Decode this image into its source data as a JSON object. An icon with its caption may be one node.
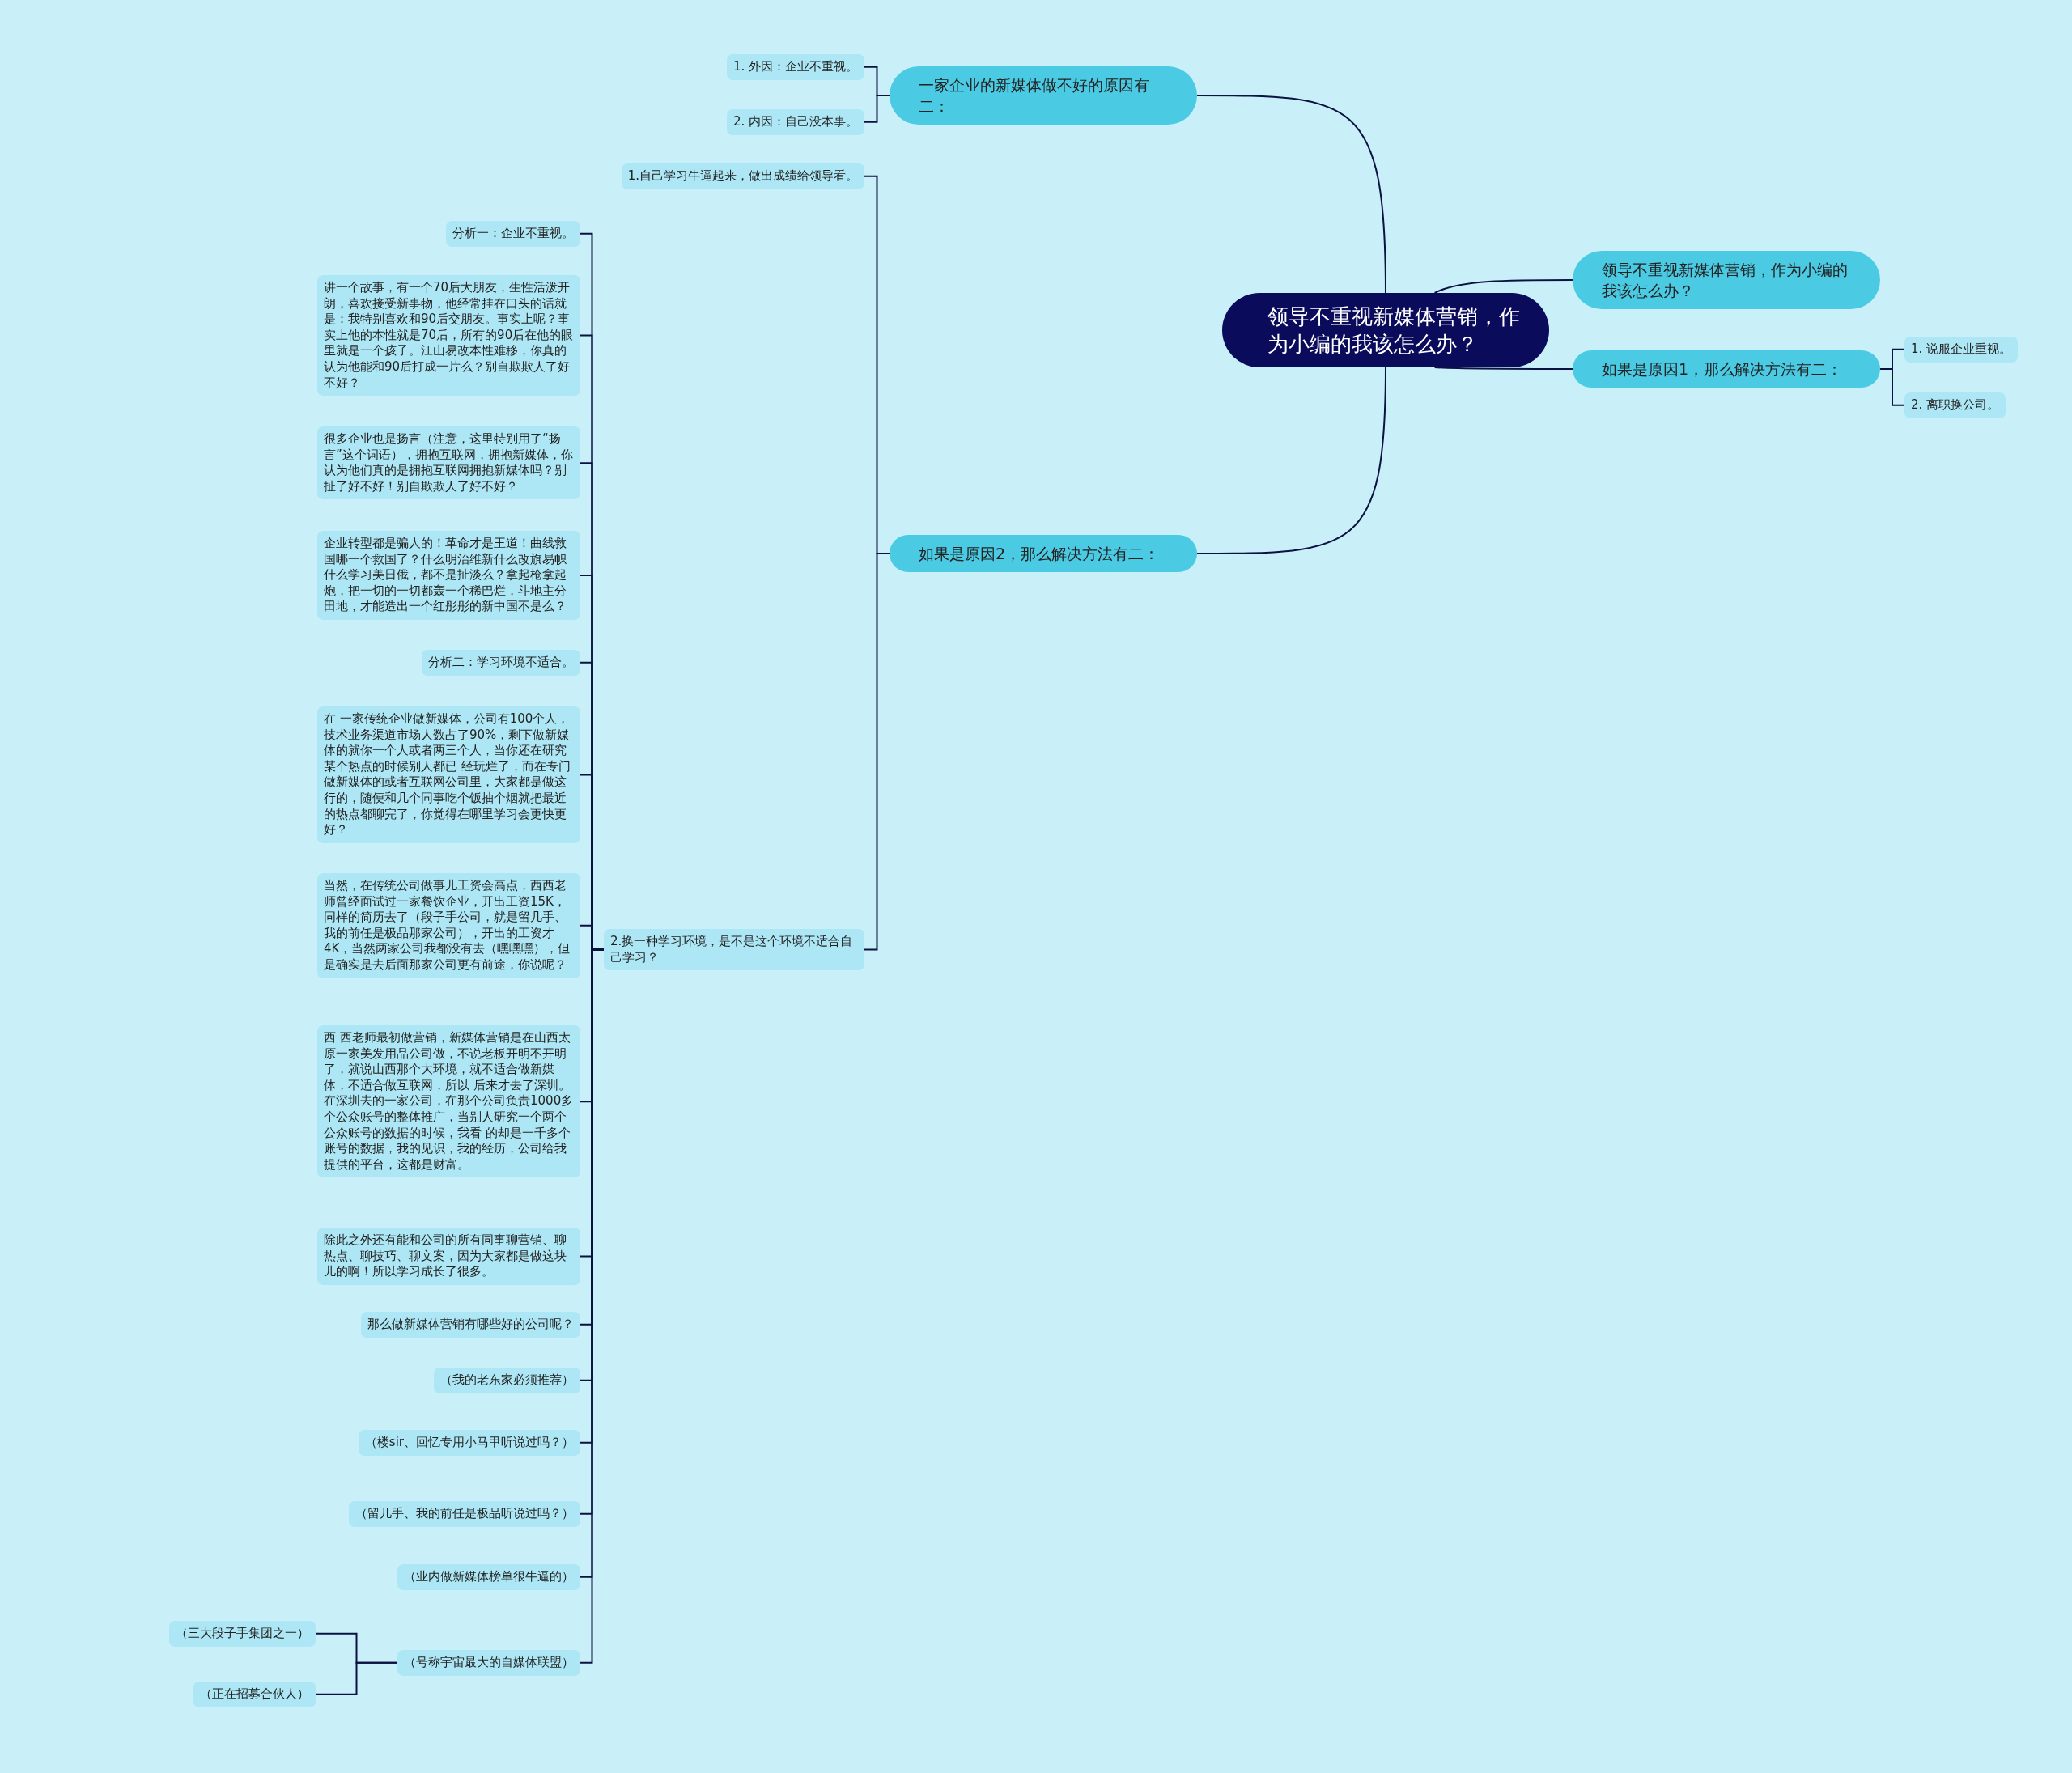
{
  "diagram": {
    "nodes": [
      {
        "text": [
          "领导不重视新媒体营销，作为小编的我该怎么办？"
        ]
      },
      {
        "text": [
          "领导不重视新媒体营销，作为小编的我该怎么办？"
        ]
      },
      {
        "text": [
          "如果是原因1，那么解决方法有二："
        ]
      },
      {
        "text": [
          "1. 说服企业重视。"
        ]
      },
      {
        "text": [
          "2. 离职换公司。"
        ]
      },
      {
        "text": [
          "一家企业的新媒体做不好的原因有二："
        ]
      },
      {
        "text": [
          "1. 外因：企业不重视。"
        ]
      },
      {
        "text": [
          "2. 内因：自己没本事。"
        ]
      },
      {
        "text": [
          "如果是原因2，那么解决方法有二："
        ]
      },
      {
        "text": [
          "1.自己学习牛逼起来，做出成绩给领导看。"
        ]
      },
      {
        "text": [
          "2.换一种学习环境，是不是这个环境不适合自己学习？"
        ]
      },
      {
        "text": [
          "分析一：企业不重视。"
        ]
      },
      {
        "text": [
          "讲一个故事，有一个70后大朋友，生性活泼开朗，喜欢接受新事物，他经常挂在口头的话就是：我特别喜欢和90后交朋友。事实上呢？事实上他的本性就是70后，所有的90后在他的眼里就是一个孩子。江山易改本性难移，你真的认为他能和90后打成一片么？别自欺欺人了好不好？"
        ]
      },
      {
        "text": [
          "很多企业也是扬言（注意，这里特别用了“扬言”这个词语），拥抱互联网，拥抱新媒体，你认为他们真的是拥抱互联网拥抱新媒体吗？别扯了好不好！别自欺欺人了好不好？"
        ]
      },
      {
        "text": [
          "企业转型都是骗人的！革命才是王道！曲线救国哪一个救国了？什么明治维新什么改旗易帜什么学习美日俄，都不是扯淡么？拿起枪拿起炮，把一切的一切都轰一个稀巴烂，斗地主分田地，才能造出一个红彤彤的新中国不是么？"
        ]
      },
      {
        "text": [
          "分析二：学习环境不适合。"
        ]
      },
      {
        "text": [
          "在 一家传统企业做新媒体，公司有100个人，技术业务渠道市场人数占了90%，剩下做新媒体的就你一个人或者两三个人，当你还在研究某个热点的时候别人都已 经玩烂了，而在专门做新媒体的或者互联网公司里，大家都是做这行的，随便和几个同事吃个饭抽个烟就把最近的热点都聊完了，你觉得在哪里学习会更快更好？"
        ]
      },
      {
        "text": [
          "当然，在传统公司做事儿工资会高点，西西老师曾经面试过一家餐饮企业，开出工资15K，同样的简历去了（段子手公司，就是留几手、我的前任是极品那家公司），开出的工资才4K，当然两家公司我都没有去（嘿嘿嘿），但是确实是去后面那家公司更有前途，你说呢？"
        ]
      },
      {
        "text": [
          "西 西老师最初做营销，新媒体营销是在山西太原一家美发用品公司做，不说老板开明不开明了，就说山西那个大环境，就不适合做新媒体，不适合做互联网，所以 后来才去了深圳。在深圳去的一家公司，在那个公司负责1000多个公众账号的整体推广，当别人研究一个两个公众账号的数据的时候，我看 的却是一千多个账号的数据，我的见识，我的经历，公司给我提供的平台，这都是财富。"
        ]
      },
      {
        "text": [
          "除此之外还有能和公司的所有同事聊营销、聊热点、聊技巧、聊文案，因为大家都是做这块儿的啊！所以学习成长了很多。"
        ]
      },
      {
        "text": [
          "那么做新媒体营销有哪些好的公司呢？"
        ]
      },
      {
        "text": [
          "（我的老东家必须推荐）"
        ]
      },
      {
        "text": [
          "（楼sir、回忆专用小马甲听说过吗？）"
        ]
      },
      {
        "text": [
          "（留几手、我的前任是极品听说过吗？）"
        ]
      },
      {
        "text": [
          "（业内做新媒体榜单很牛逼的）"
        ]
      },
      {
        "text": [
          "（号称宇宙最大的自媒体联盟）"
        ]
      },
      {
        "text": [
          "（三大段子手集团之一）"
        ]
      },
      {
        "text": [
          "（正在招募合伙人）"
        ]
      }
    ],
    "edges": [
      {
        "from": 0,
        "to": 1,
        "arrow": "none"
      },
      {
        "from": 0,
        "to": 2,
        "arrow": "none"
      },
      {
        "from": 2,
        "to": 3,
        "arrow": "none"
      },
      {
        "from": 2,
        "to": 4,
        "arrow": "none"
      },
      {
        "from": 0,
        "to": 5,
        "arrow": "none"
      },
      {
        "from": 5,
        "to": 6,
        "arrow": "none"
      },
      {
        "from": 5,
        "to": 7,
        "arrow": "none"
      },
      {
        "from": 0,
        "to": 8,
        "arrow": "none"
      },
      {
        "from": 8,
        "to": 9,
        "arrow": "none"
      },
      {
        "from": 8,
        "to": 10,
        "arrow": "none"
      },
      {
        "from": 10,
        "to": 11,
        "arrow": "none"
      },
      {
        "from": 10,
        "to": 12,
        "arrow": "none"
      },
      {
        "from": 10,
        "to": 13,
        "arrow": "none"
      },
      {
        "from": 10,
        "to": 14,
        "arrow": "none"
      },
      {
        "from": 10,
        "to": 15,
        "arrow": "none"
      },
      {
        "from": 10,
        "to": 16,
        "arrow": "none"
      },
      {
        "from": 10,
        "to": 17,
        "arrow": "none"
      },
      {
        "from": 10,
        "to": 18,
        "arrow": "none"
      },
      {
        "from": 10,
        "to": 19,
        "arrow": "none"
      },
      {
        "from": 10,
        "to": 20,
        "arrow": "none"
      },
      {
        "from": 10,
        "to": 21,
        "arrow": "none"
      },
      {
        "from": 10,
        "to": 22,
        "arrow": "none"
      },
      {
        "from": 10,
        "to": 23,
        "arrow": "none"
      },
      {
        "from": 10,
        "to": 24,
        "arrow": "none"
      },
      {
        "from": 10,
        "to": 25,
        "arrow": "none"
      },
      {
        "from": 25,
        "to": 26,
        "arrow": "none"
      },
      {
        "from": 25,
        "to": 27,
        "arrow": "none"
      }
    ]
  }
}
